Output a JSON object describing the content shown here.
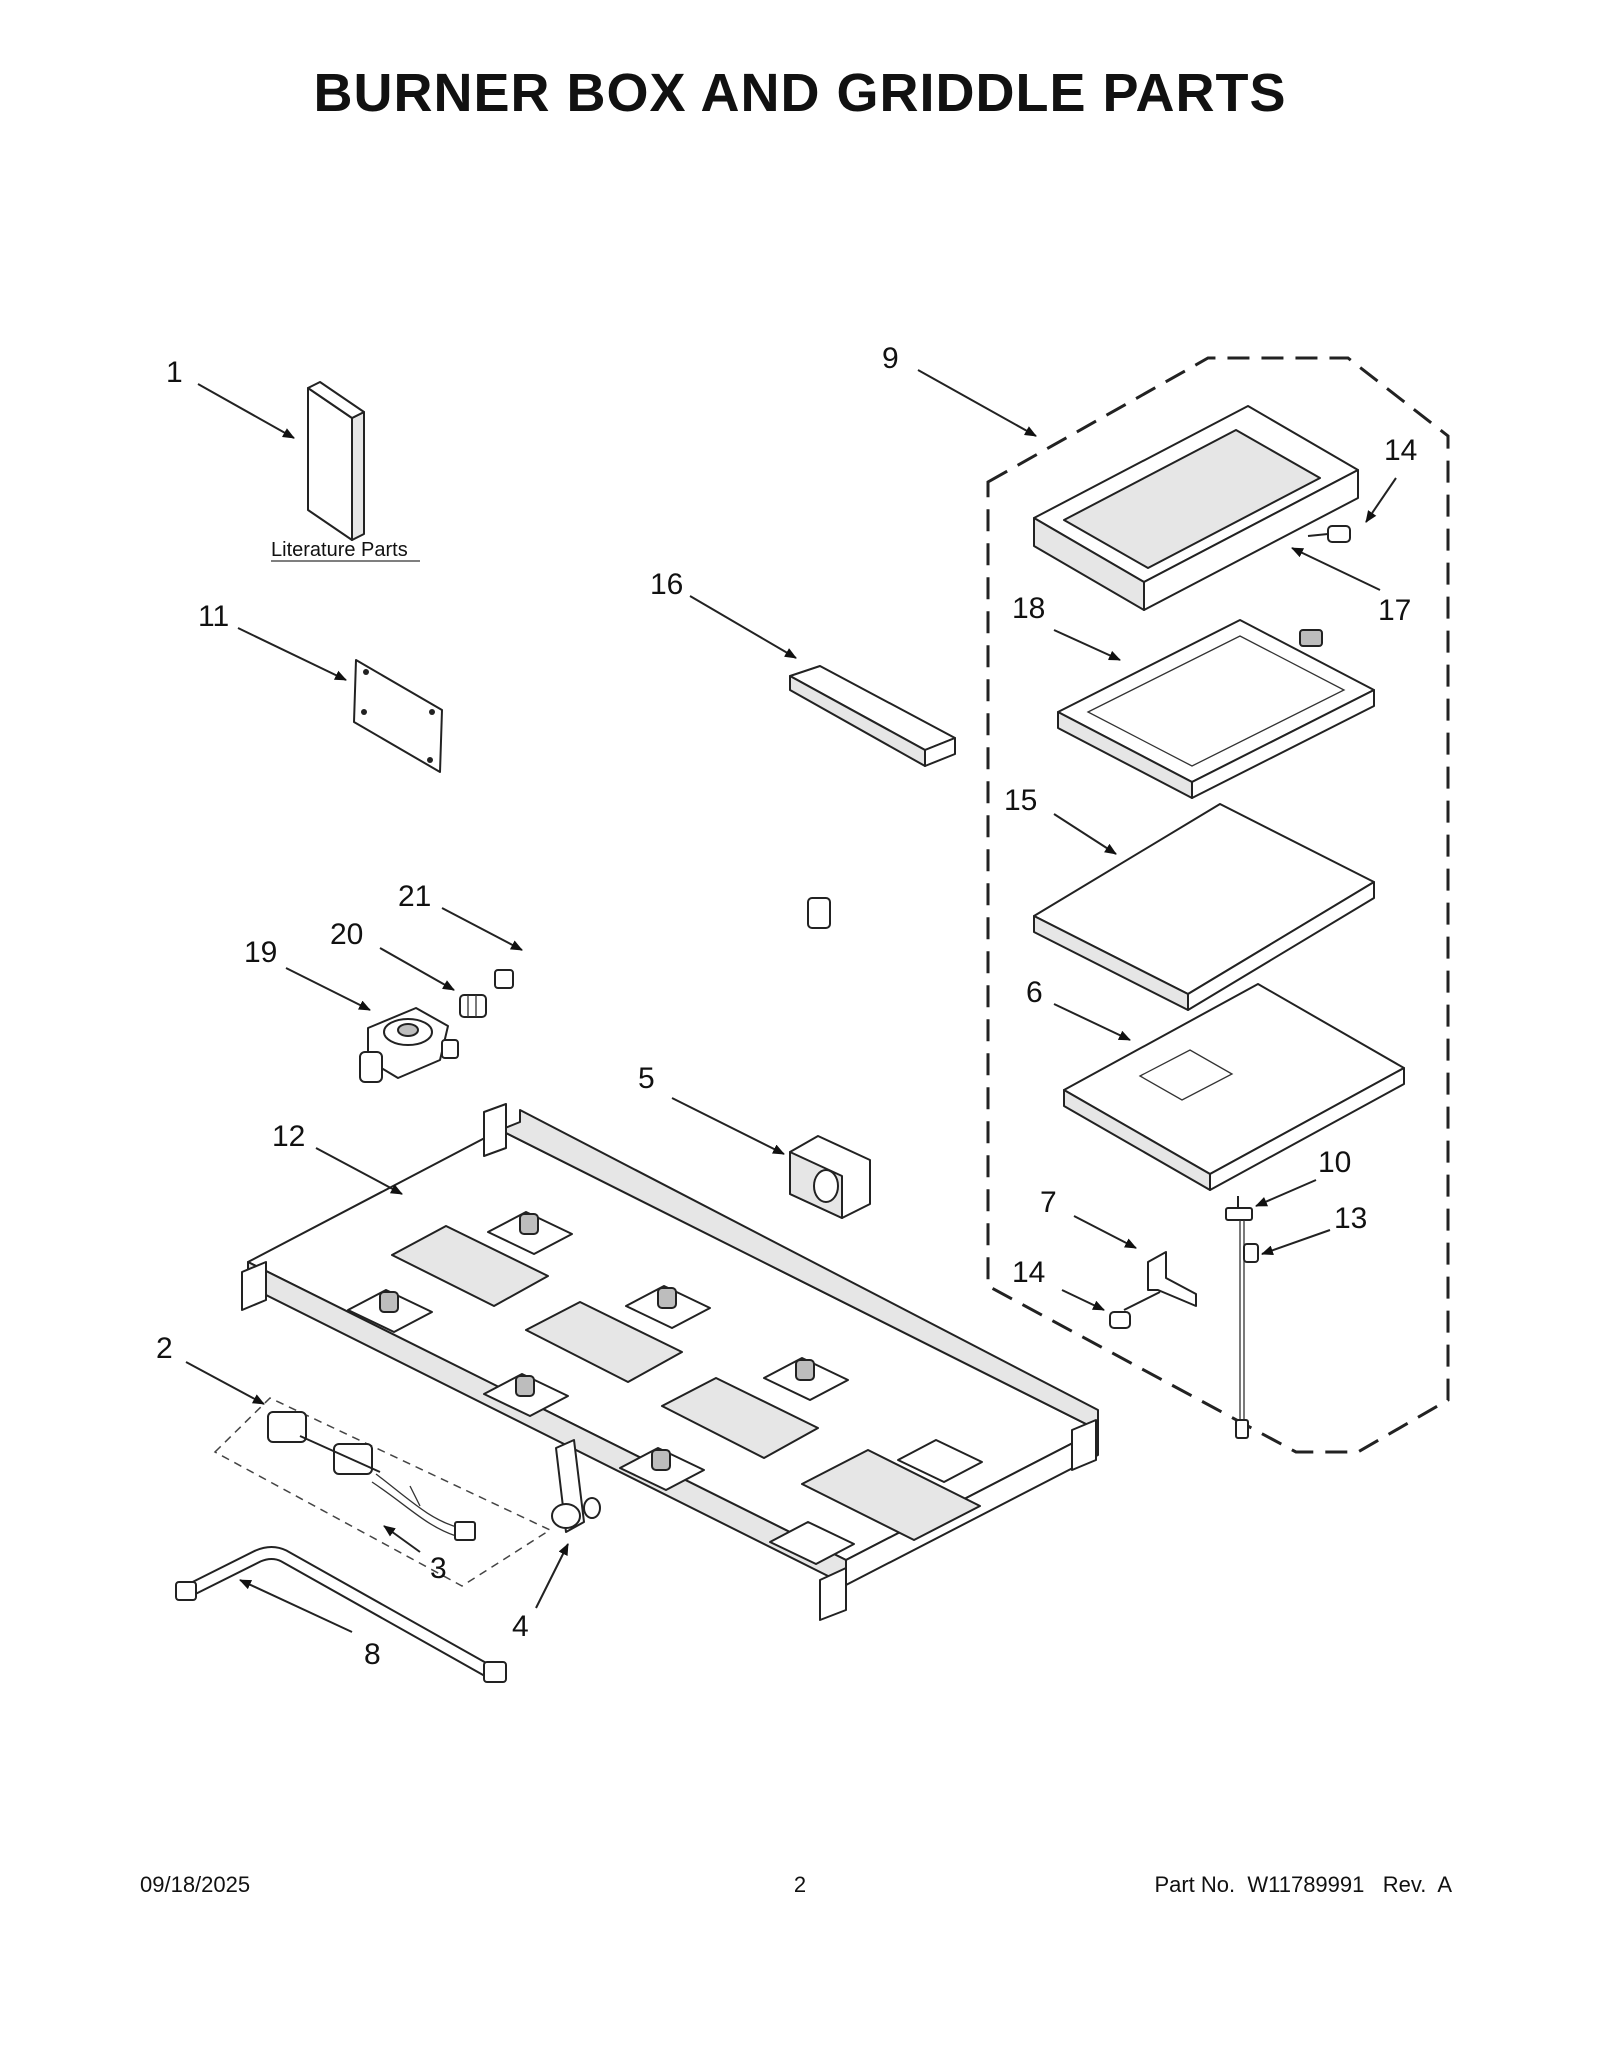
{
  "title": "BURNER BOX AND GRIDDLE PARTS",
  "literature_label": "Literature Parts",
  "callouts": {
    "c1": "1",
    "c2": "2",
    "c3": "3",
    "c4": "4",
    "c5": "5",
    "c6": "6",
    "c7": "7",
    "c8": "8",
    "c9": "9",
    "c10": "10",
    "c11": "11",
    "c12": "12",
    "c13": "13",
    "c14a": "14",
    "c14b": "14",
    "c15": "15",
    "c16": "16",
    "c17": "17",
    "c18": "18",
    "c19": "19",
    "c20": "20",
    "c21": "21"
  },
  "footer": {
    "date": "09/18/2025",
    "page": "2",
    "part": "Part No.  W11789991   Rev.  A"
  }
}
